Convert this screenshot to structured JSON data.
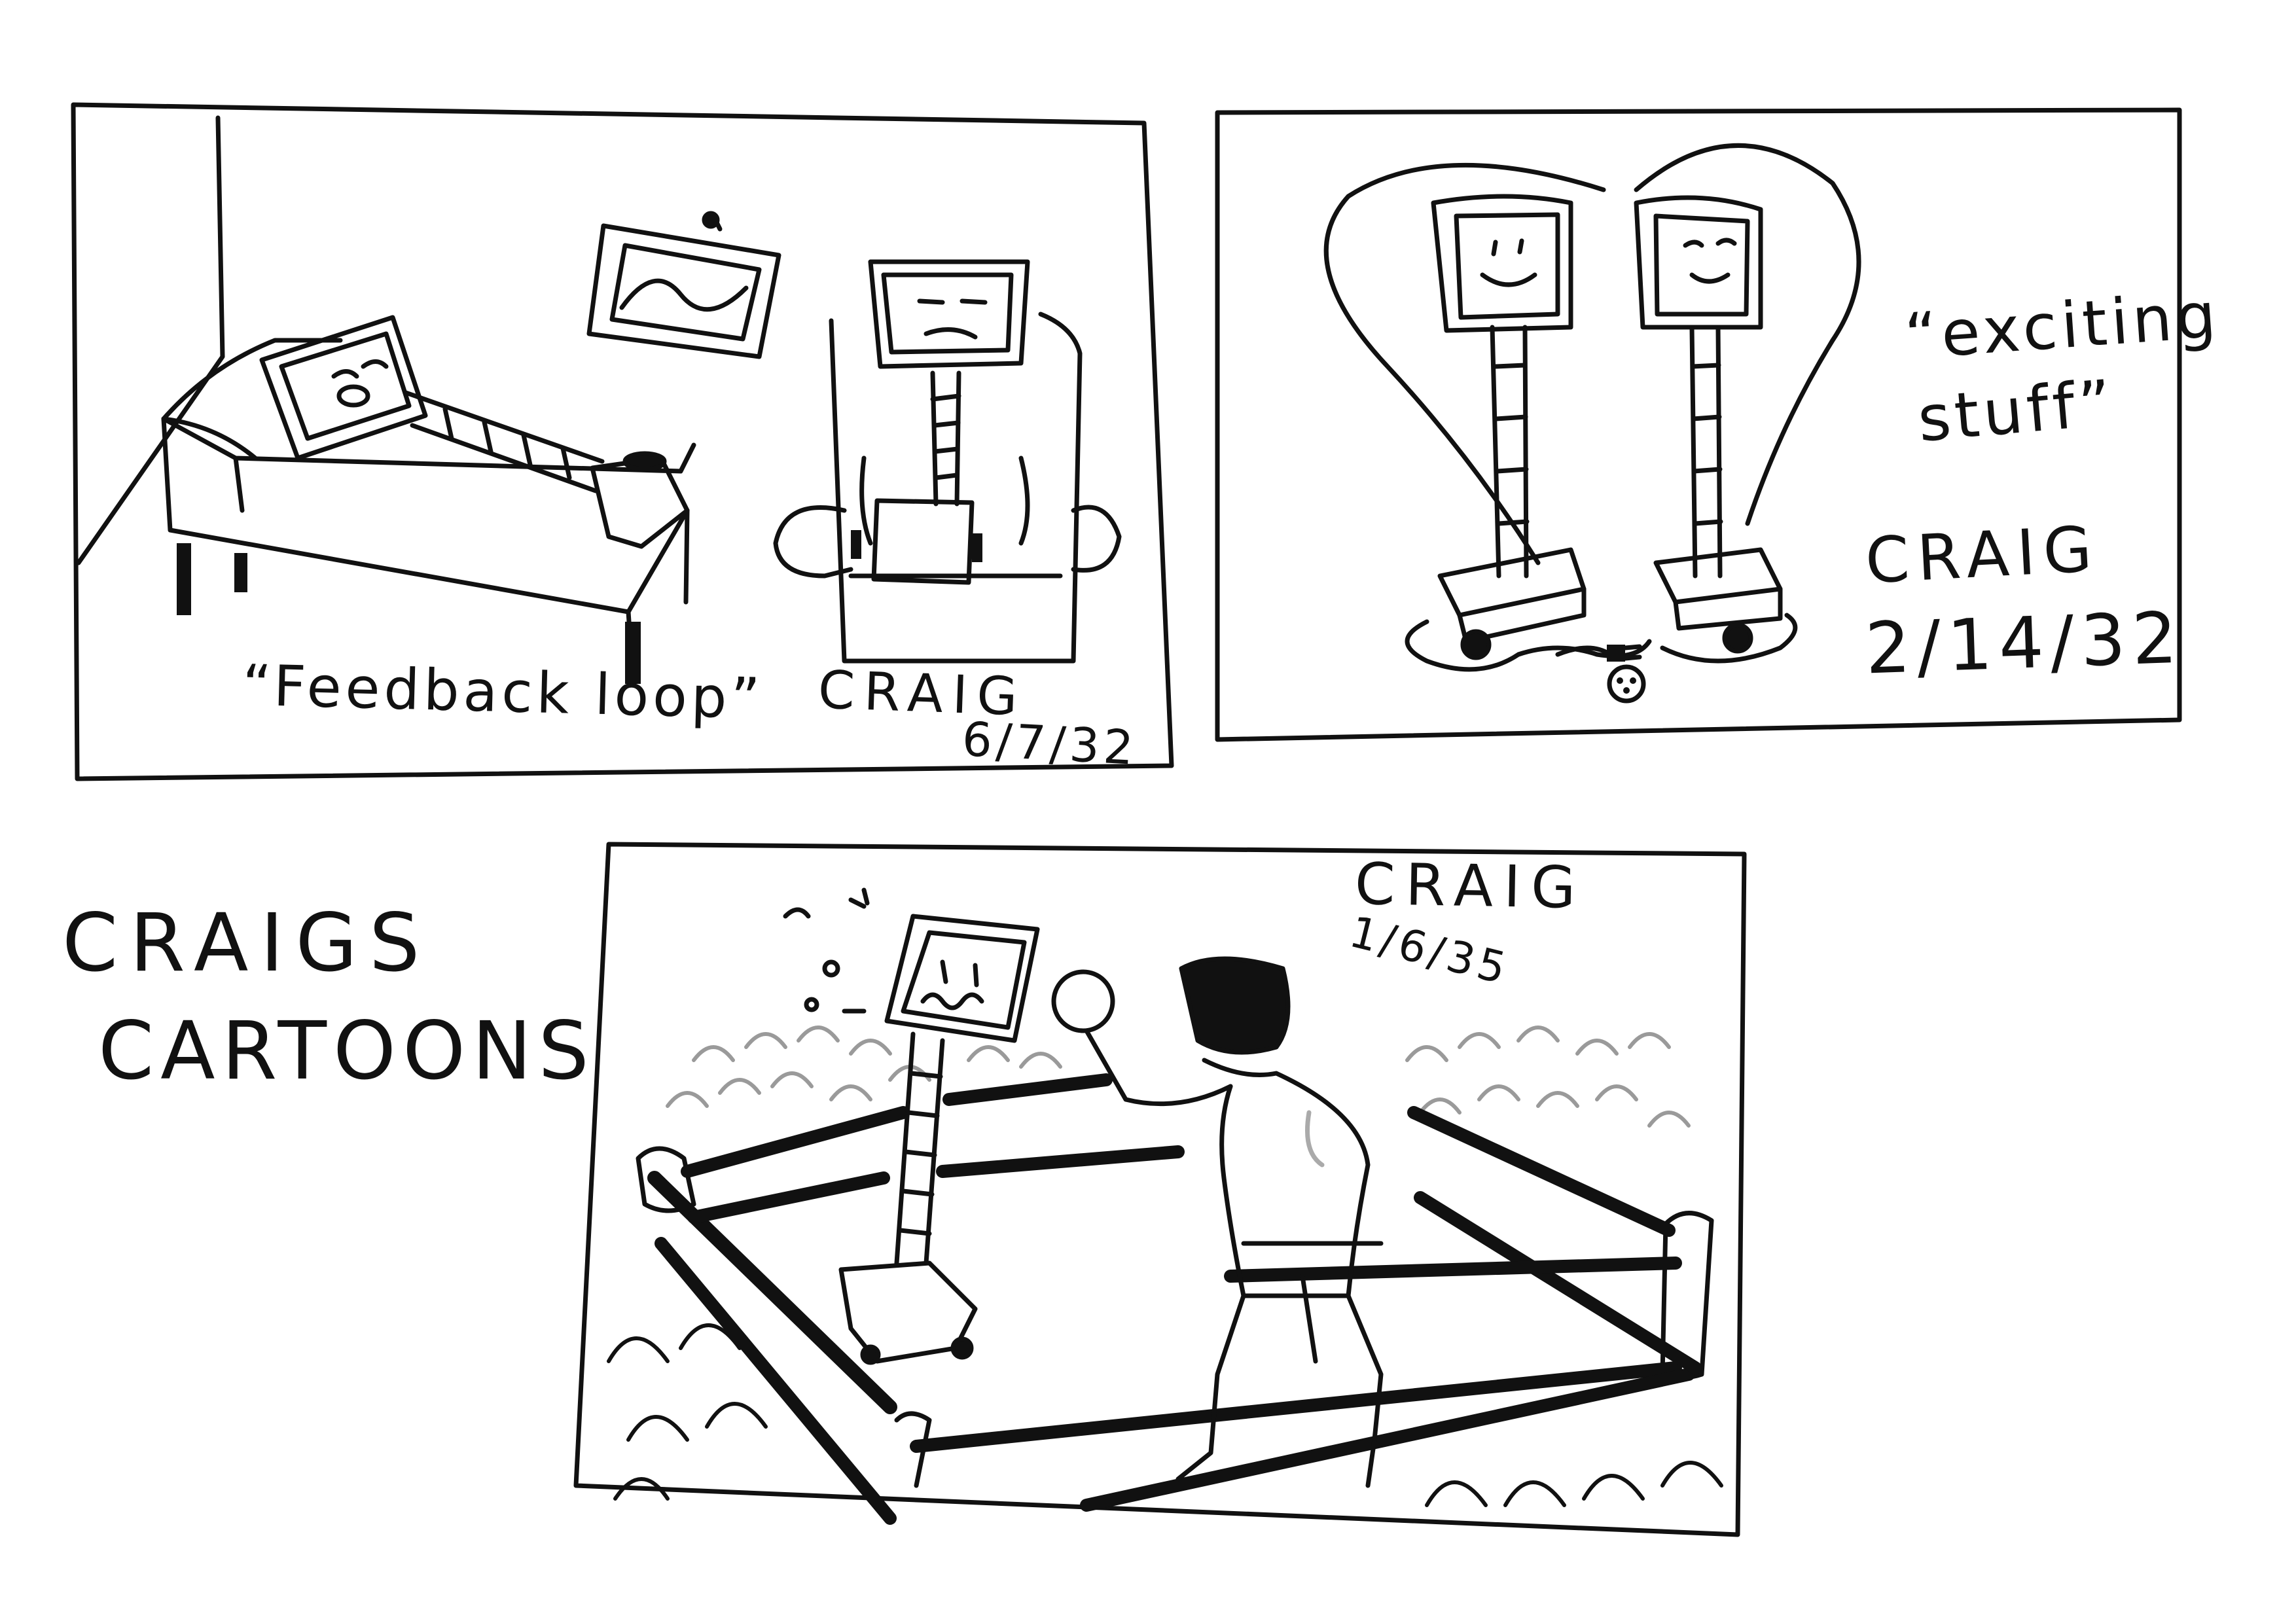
{
  "style": {
    "ink": "#111111",
    "paper": "#ffffff",
    "crowd_ink": "#9a9a9a"
  },
  "panels": [
    {
      "caption": "“Feedback loop”",
      "signature": "CRAIG",
      "date": "6/7/32"
    },
    {
      "caption_line1": "“exciting",
      "caption_line2": "stuff”",
      "signature": "CRAIG",
      "date": "2/14/32"
    },
    {
      "signature": "CRAIG",
      "date": "1/6/35"
    }
  ],
  "title": {
    "line1": "CRAIGS",
    "line2": "CARTOONS"
  }
}
